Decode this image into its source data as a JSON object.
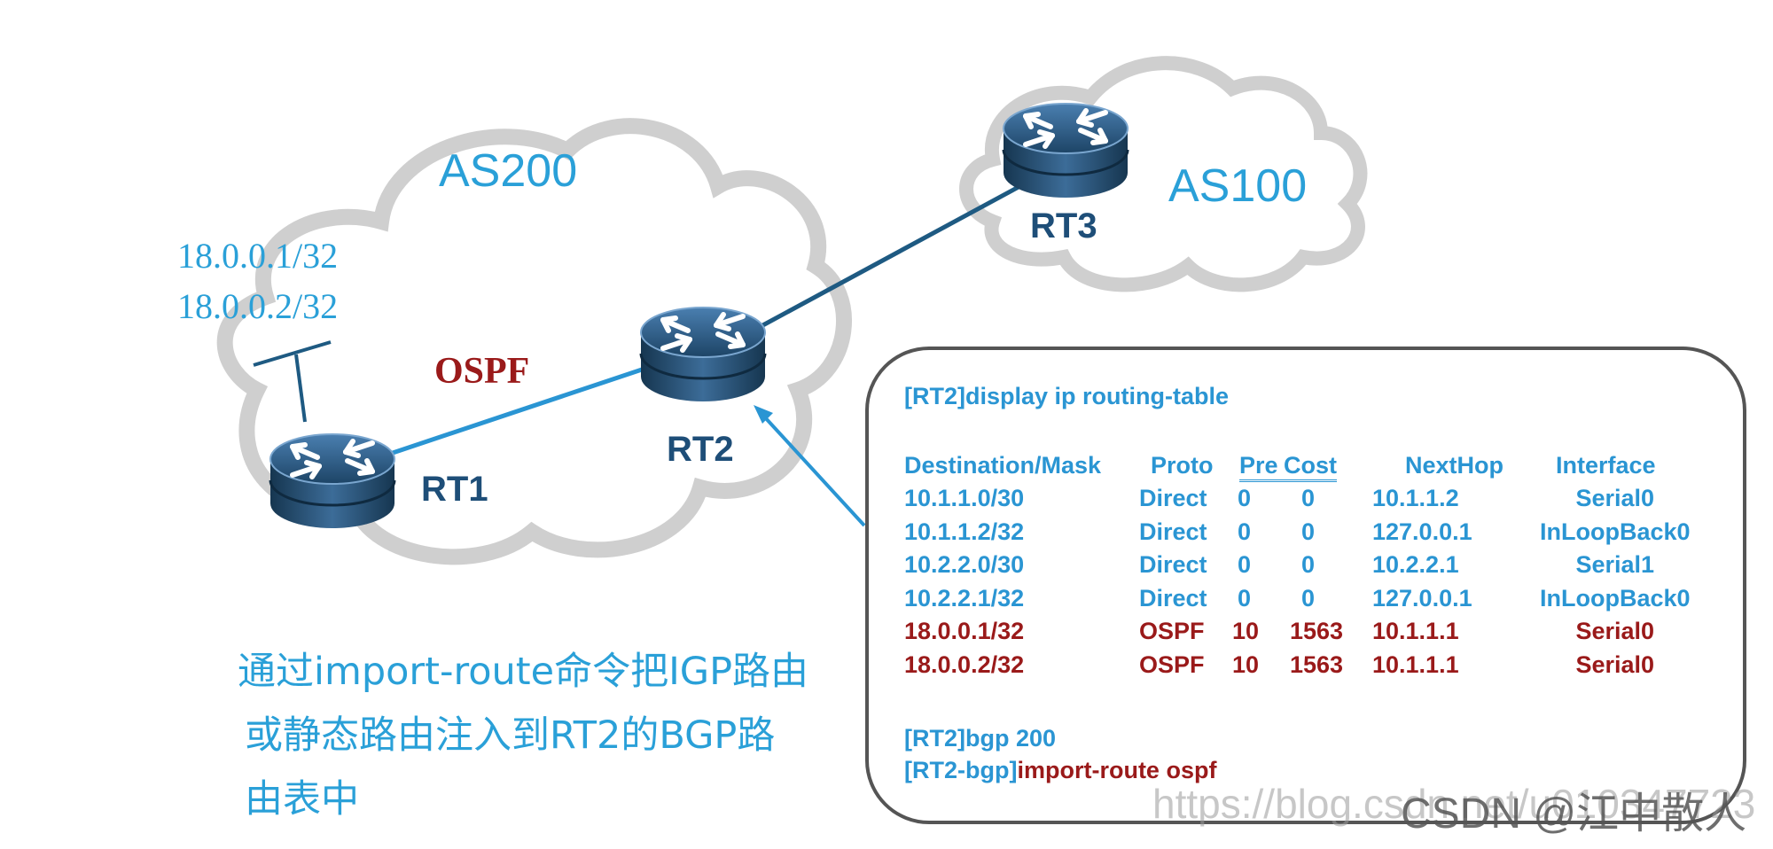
{
  "as200": "AS200",
  "as100": "AS100",
  "routers": {
    "rt1": "RT1",
    "rt2": "RT2",
    "rt3": "RT3"
  },
  "networks": [
    "18.0.0.1/32",
    "18.0.0.2/32"
  ],
  "protocol_label": "OSPF",
  "description_lines": [
    "通过import-route命令把IGP路由",
    "或静态路由注入到RT2的BGP路",
    "由表中"
  ],
  "terminal": {
    "command1": "[RT2]display ip routing-table",
    "headers": {
      "dest": "Destination/Mask",
      "proto": "Proto",
      "pre": "Pre",
      "cost": "Cost",
      "nexthop": "NextHop",
      "iface": "Interface"
    },
    "rows": [
      {
        "dest": "10.1.1.0/30",
        "proto": "Direct",
        "pre": "0",
        "cost": "0",
        "nexthop": "10.1.1.2",
        "iface": "Serial0",
        "highlight": false
      },
      {
        "dest": "10.1.1.2/32",
        "proto": "Direct",
        "pre": "0",
        "cost": "0",
        "nexthop": "127.0.0.1",
        "iface": "InLoopBack0",
        "highlight": false
      },
      {
        "dest": "10.2.2.0/30",
        "proto": "Direct",
        "pre": "0",
        "cost": "0",
        "nexthop": "10.2.2.1",
        "iface": "Serial1",
        "highlight": false
      },
      {
        "dest": "10.2.2.1/32",
        "proto": "Direct",
        "pre": "0",
        "cost": "0",
        "nexthop": "127.0.0.1",
        "iface": "InLoopBack0",
        "highlight": false
      },
      {
        "dest": "18.0.0.1/32",
        "proto": "OSPF",
        "pre": "10",
        "cost": "1563",
        "nexthop": "10.1.1.1",
        "iface": "Serial0",
        "highlight": true
      },
      {
        "dest": "18.0.0.2/32",
        "proto": "OSPF",
        "pre": "10",
        "cost": "1563",
        "nexthop": "10.1.1.1",
        "iface": "Serial0",
        "highlight": true
      }
    ],
    "command2": "[RT2]bgp 200",
    "command3_prompt": "[RT2-bgp]",
    "command3_cmd": "import-route ospf"
  },
  "watermark_url": "https://blog.csdn.net/u010347723",
  "watermark_brand": "CSDN @江中散人",
  "colors": {
    "accent": "#2aa0d8",
    "highlight": "#9a1a1a",
    "router_dark": "#1e4e78"
  }
}
